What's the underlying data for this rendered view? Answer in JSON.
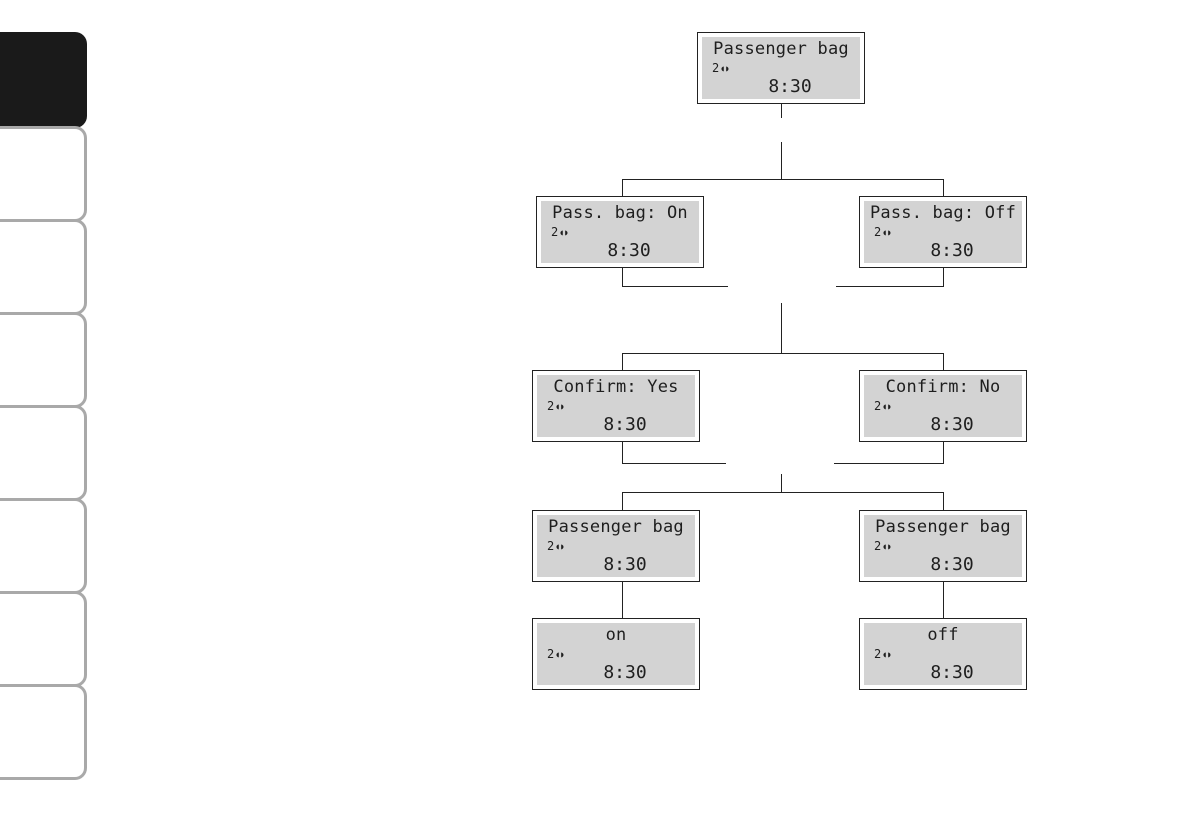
{
  "side_tabs": [
    {
      "active": true
    },
    {
      "active": false
    },
    {
      "active": false
    },
    {
      "active": false
    },
    {
      "active": false
    },
    {
      "active": false
    },
    {
      "active": false
    },
    {
      "active": false
    }
  ],
  "diagram": {
    "top": {
      "line1": "Passenger bag",
      "line2": "2",
      "time": "8:30"
    },
    "level1": {
      "left": {
        "line1": "Pass. bag: On",
        "line2": "2",
        "time": "8:30"
      },
      "right": {
        "line1": "Pass. bag: Off",
        "line2": "2",
        "time": "8:30"
      }
    },
    "level2": {
      "left": {
        "line1": "Confirm: Yes",
        "line2": "2",
        "time": "8:30"
      },
      "right": {
        "line1": "Confirm: No",
        "line2": "2",
        "time": "8:30"
      }
    },
    "level3": {
      "left": {
        "line1": "Passenger bag",
        "line2": "2",
        "time": "8:30"
      },
      "right": {
        "line1": "Passenger bag",
        "line2": "2",
        "time": "8:30"
      }
    },
    "level4": {
      "left": {
        "line1": "on",
        "line2": "2",
        "time": "8:30"
      },
      "right": {
        "line1": "off",
        "line2": "2",
        "time": "8:30"
      }
    },
    "display_colors": {
      "screen": "#d3d3d3",
      "text": "#1e1e1e",
      "tab_active": "#1a1a1a",
      "tab_border": "#a9a9a9"
    }
  }
}
